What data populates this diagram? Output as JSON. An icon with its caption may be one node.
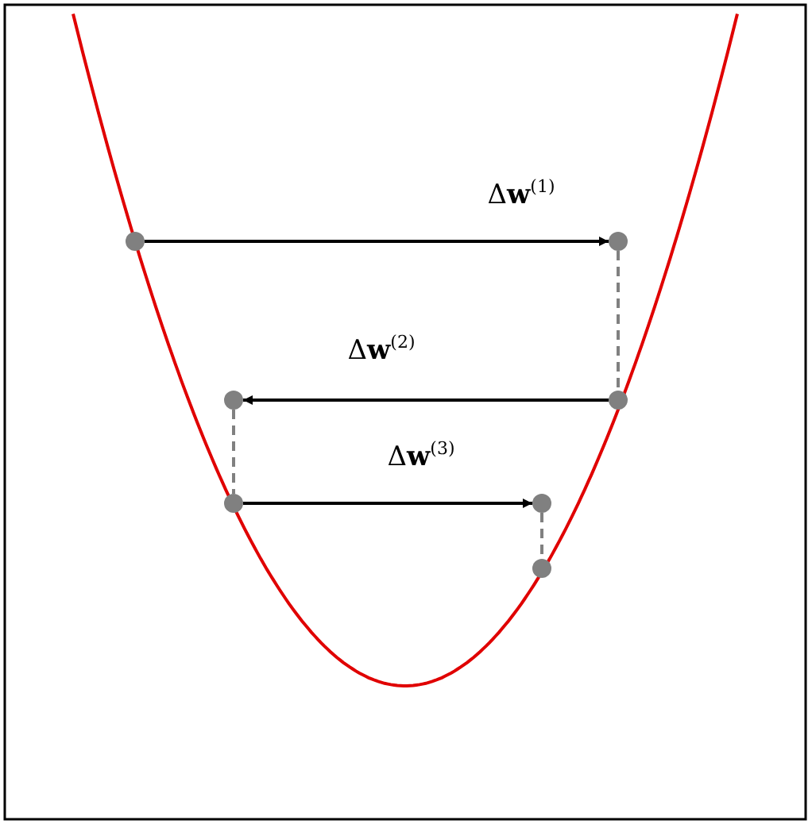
{
  "diagram": {
    "nodes": [
      {
        "text": [],
        "shape": "circle"
      },
      {
        "text": [],
        "shape": "circle"
      },
      {
        "text": [],
        "shape": "circle"
      },
      {
        "text": [],
        "shape": "circle"
      },
      {
        "text": [],
        "shape": "circle"
      },
      {
        "text": [],
        "shape": "circle"
      },
      {
        "text": [],
        "shape": "circle"
      }
    ],
    "edges": [
      {
        "from": 0,
        "to": 1,
        "arrow": "to",
        "label": "Δ**w**$^{(1)}$"
      },
      {
        "from": 1,
        "to": 2,
        "arrow": "none",
        "style": "dashed",
        "color": "#808080"
      },
      {
        "from": 2,
        "to": 3,
        "arrow": "to",
        "label": "Δ**w**$^{(2)}$"
      },
      {
        "from": 3,
        "to": 4,
        "arrow": "none",
        "style": "dashed",
        "color": "#808080"
      },
      {
        "from": 4,
        "to": 5,
        "arrow": "to",
        "label": "Δ**w**$^{(3)}$"
      },
      {
        "from": 5,
        "to": 6,
        "arrow": "none",
        "style": "dashed",
        "color": "#808080"
      }
    ]
  }
}
